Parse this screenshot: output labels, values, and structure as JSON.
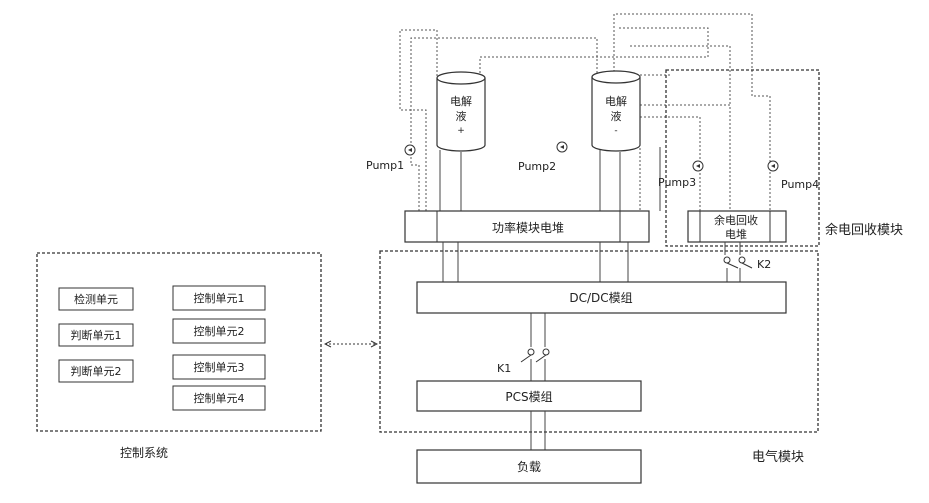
{
  "tanks": {
    "left": [
      "电解",
      "液",
      "+"
    ],
    "right": [
      "电解",
      "液",
      "-"
    ]
  },
  "pumps": {
    "p1": "Pump1",
    "p2": "Pump2",
    "p3": "Pump3",
    "p4": "Pump4"
  },
  "stack": "功率模块电堆",
  "recovery": {
    "battery": [
      "余电回收",
      "电堆"
    ],
    "module": "余电回收模块"
  },
  "switches": {
    "k1": "K1",
    "k2": "K2"
  },
  "dcdc": "DC/DC模组",
  "pcs": "PCS模组",
  "load": "负载",
  "electrical_module": "电气模块",
  "control": {
    "title": "控制系统",
    "left_units": [
      "检测单元",
      "判断单元1",
      "判断单元2"
    ],
    "right_units": [
      "控制单元1",
      "控制单元2",
      "控制单元3",
      "控制单元4"
    ]
  }
}
